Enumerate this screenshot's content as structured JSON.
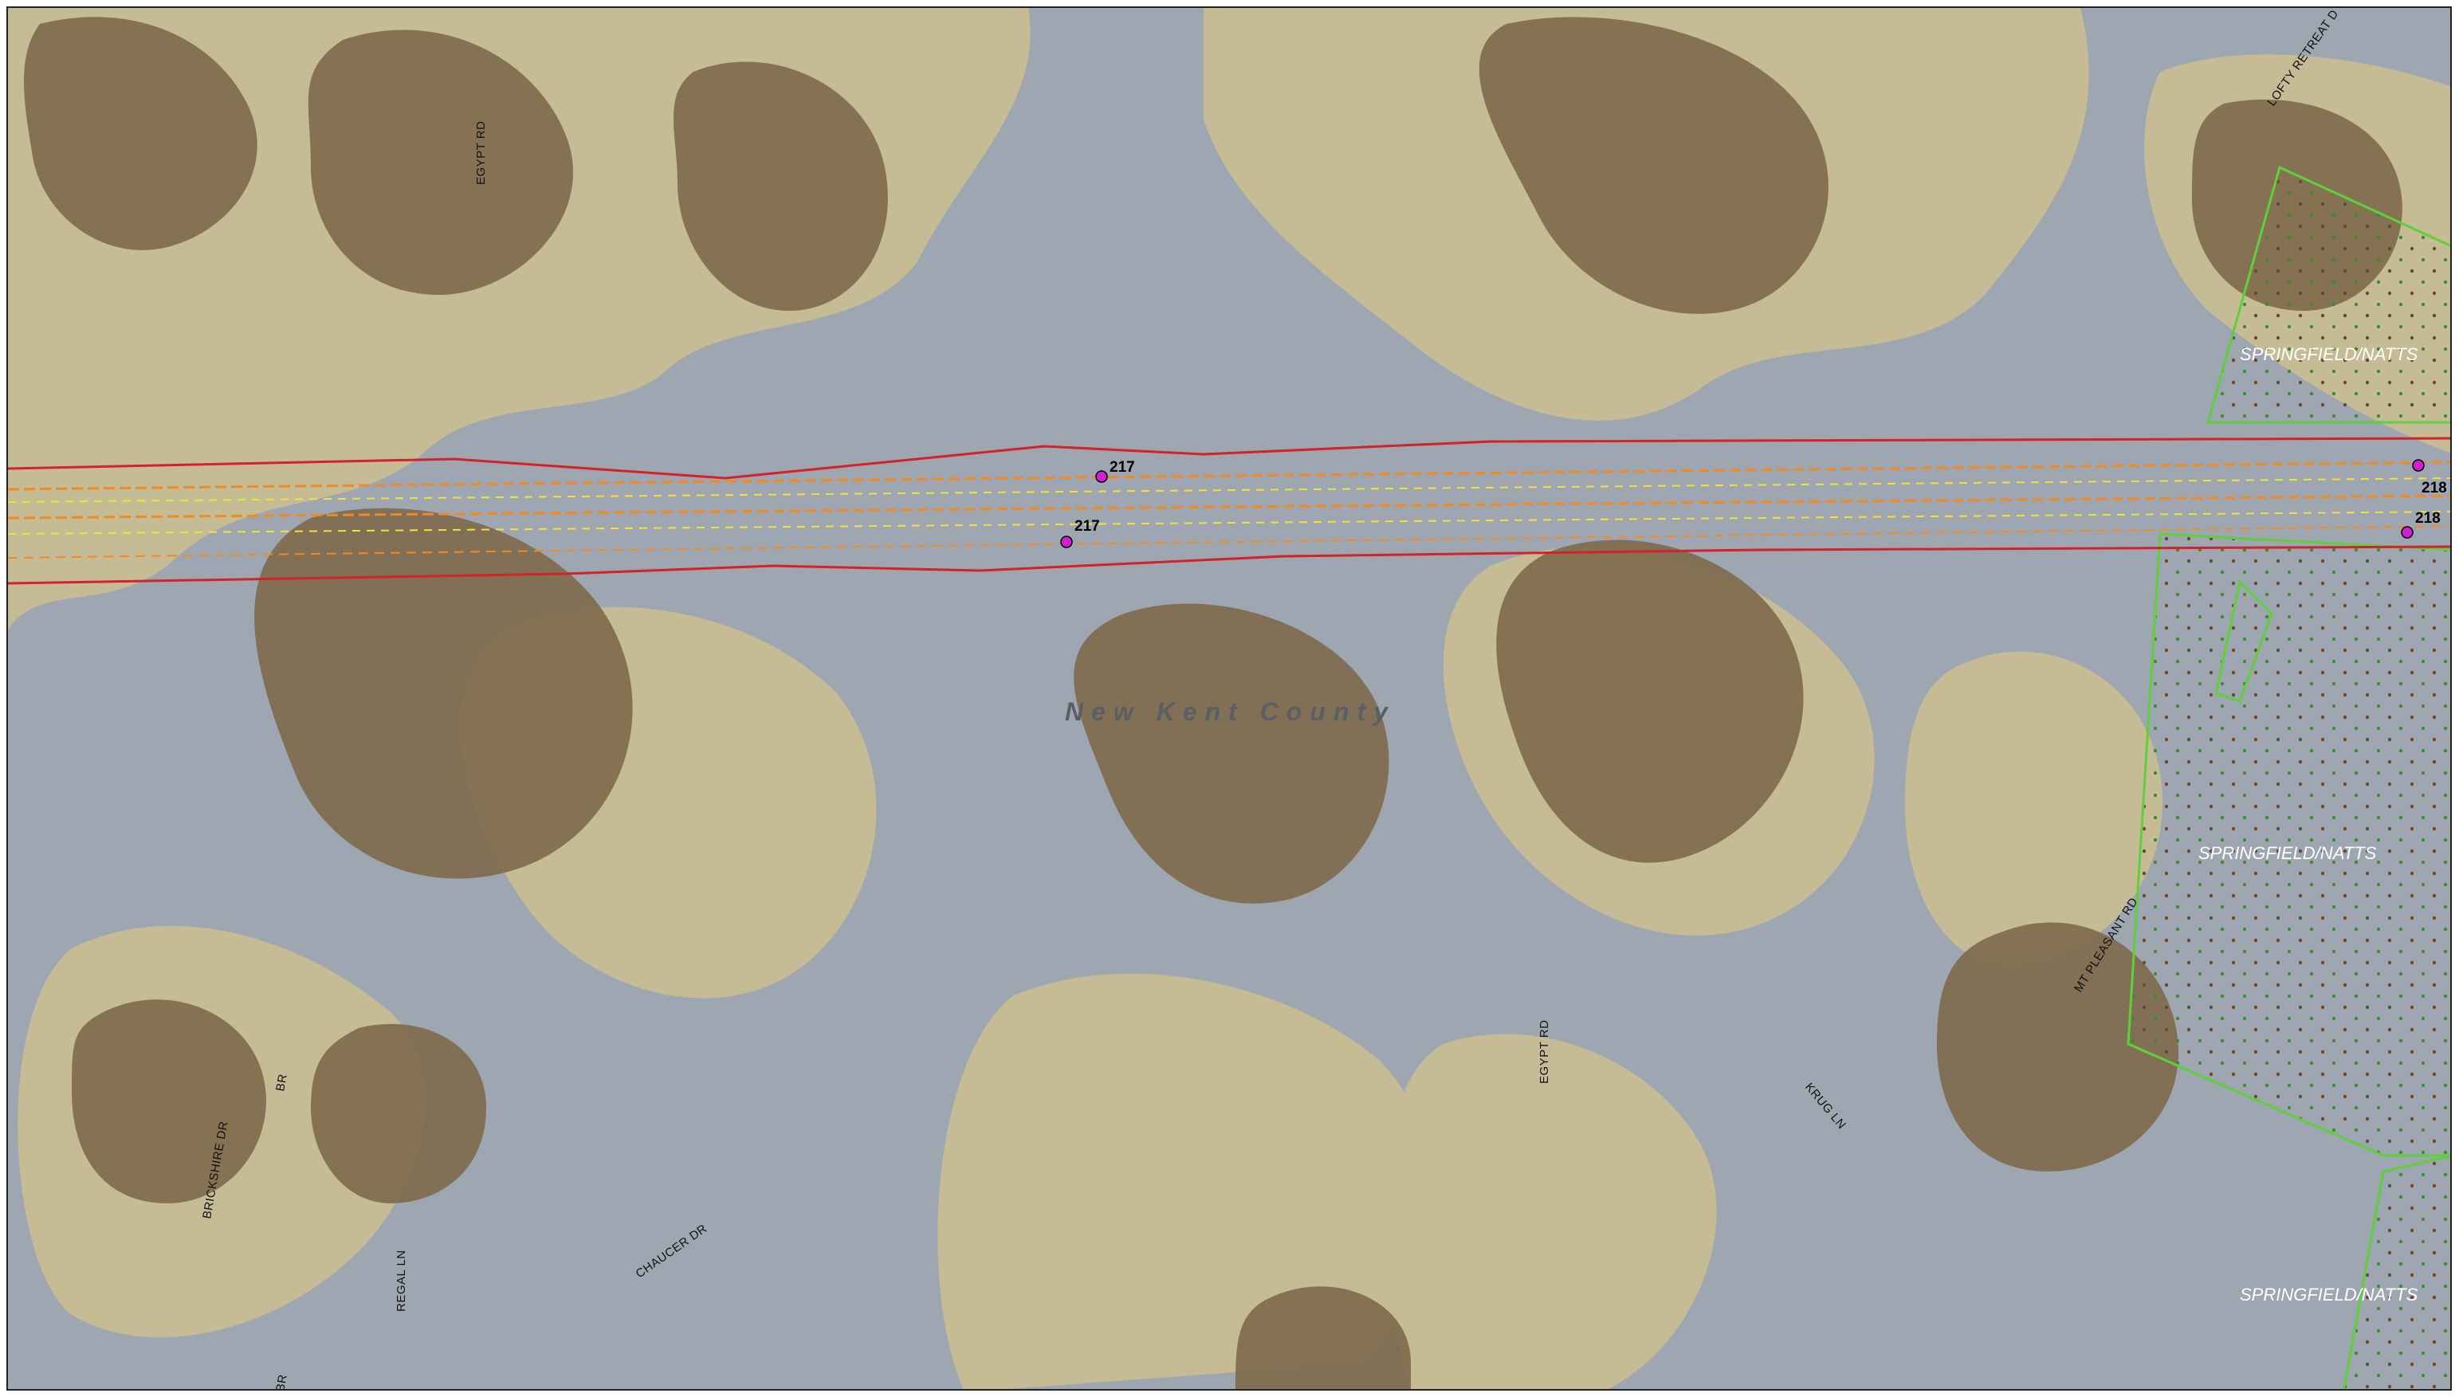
{
  "map": {
    "county_label": "New Kent County",
    "roads": [
      {
        "id": "egypt-rd-north",
        "label": "EGYPT RD"
      },
      {
        "id": "egypt-rd-south",
        "label": "EGYPT RD"
      },
      {
        "id": "lofty-retreat",
        "label": "LOFTY RETREAT D"
      },
      {
        "id": "mt-pleasant-rd",
        "label": "MT PLEASANT RD"
      },
      {
        "id": "krug-ln",
        "label": "KRUG LN"
      },
      {
        "id": "brickshire-dr",
        "label": "BRICKSHIRE DR"
      },
      {
        "id": "br-cut",
        "label": "BR"
      },
      {
        "id": "br-cut-2",
        "label": "BR"
      },
      {
        "id": "regal-ln",
        "label": "REGAL LN"
      },
      {
        "id": "chaucer-dr",
        "label": "CHAUCER DR"
      }
    ],
    "parcels": [
      {
        "id": "parcel-1",
        "label": "SPRINGFIELD/NATTS"
      },
      {
        "id": "parcel-2",
        "label": "SPRINGFIELD/NATTS"
      },
      {
        "id": "parcel-3",
        "label": "SPRINGFIELD/NATTS"
      }
    ],
    "markers": [
      {
        "id": "m217a",
        "label": "217"
      },
      {
        "id": "m217b",
        "label": "217"
      },
      {
        "id": "m218a",
        "label": "218"
      },
      {
        "id": "m218b",
        "label": "218"
      }
    ],
    "colors": {
      "imagery_base": "#9ea6b2",
      "soil_light": "#c9bd93",
      "soil_dark": "#7d6a4a",
      "corridor_boundary": "#d2232a",
      "centerline_orange": "#f08a24",
      "centerline_yellow": "#f2e23a",
      "parcel_boundary": "#5fcf3a",
      "marker_fill": "#d21fd2"
    }
  }
}
